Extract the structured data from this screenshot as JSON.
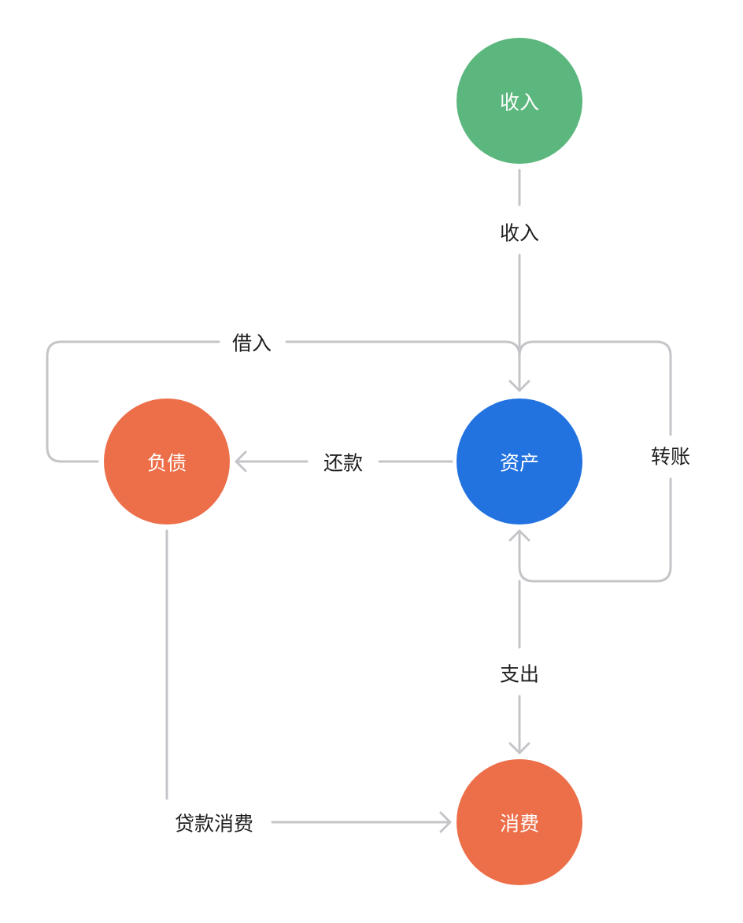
{
  "colors": {
    "income": "#5bb77d",
    "asset": "#2272e0",
    "liability": "#ec6f4a",
    "expense": "#ec6f4a",
    "edge": "#c4c5c8"
  },
  "nodes": {
    "income": "收入",
    "asset": "资产",
    "liability": "负债",
    "expense": "消费"
  },
  "edges": {
    "income_to_asset": "收入",
    "borrow": "借入",
    "repay": "还款",
    "transfer": "转账",
    "spend": "支出",
    "loan_spend": "贷款消费"
  }
}
